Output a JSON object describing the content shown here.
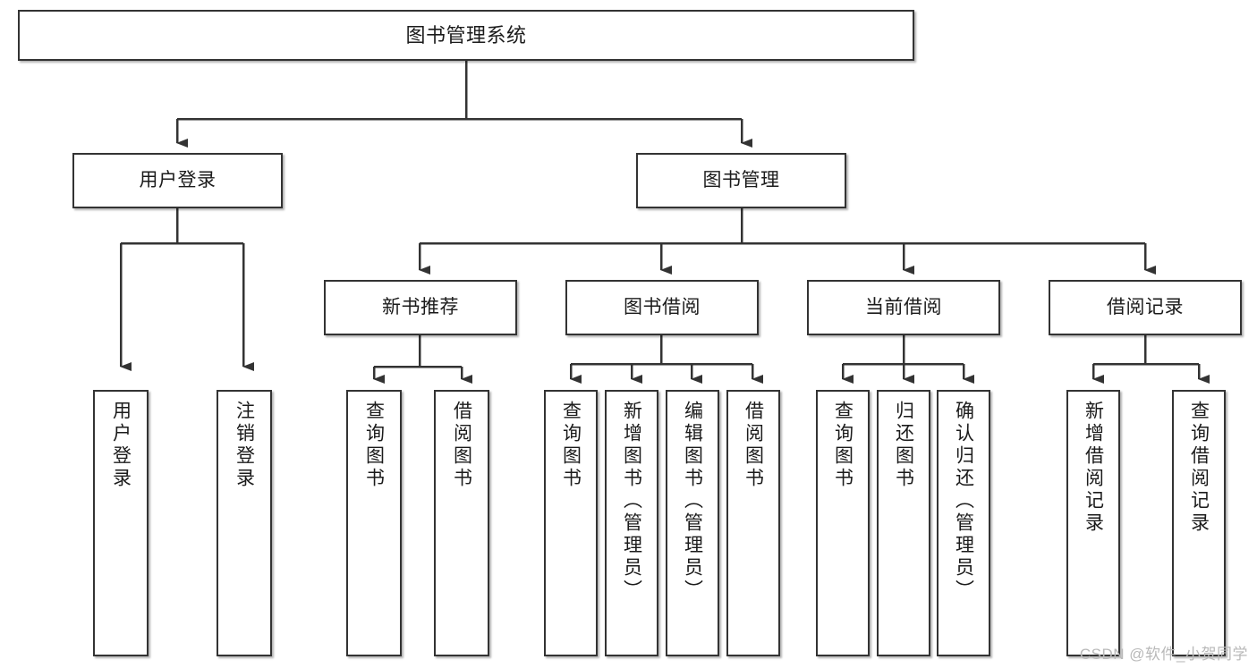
{
  "diagram": {
    "type": "tree",
    "title": "图书管理系统",
    "orientation": "top-down",
    "colors": {
      "box_border": "#333333",
      "box_fill": "#ffffff",
      "edge": "#333333",
      "text": "#1b1b1b",
      "watermark": "#b9b9b9",
      "background": "#ffffff"
    },
    "watermark": "CSDN @软件_小贺同学",
    "nodes": {
      "root": {
        "label": "图书管理系统"
      },
      "level2": [
        {
          "label": "用户登录"
        },
        {
          "label": "图书管理"
        }
      ],
      "level3": [
        {
          "label": "新书推荐"
        },
        {
          "label": "图书借阅"
        },
        {
          "label": "当前借阅"
        },
        {
          "label": "借阅记录"
        }
      ],
      "leaves_user_login": [
        {
          "label": "用户登录"
        },
        {
          "label": "注销登录"
        }
      ],
      "leaves_new_book": [
        {
          "label": "查询图书"
        },
        {
          "label": "借阅图书"
        }
      ],
      "leaves_borrow": [
        {
          "label": "查询图书"
        },
        {
          "label": "新增图书（管理员）"
        },
        {
          "label": "编辑图书（管理员）"
        },
        {
          "label": "借阅图书"
        }
      ],
      "leaves_current": [
        {
          "label": "查询图书"
        },
        {
          "label": "归还图书"
        },
        {
          "label": "确认归还（管理员）"
        }
      ],
      "leaves_record": [
        {
          "label": "新增借阅记录"
        },
        {
          "label": "查询借阅记录"
        }
      ]
    }
  }
}
